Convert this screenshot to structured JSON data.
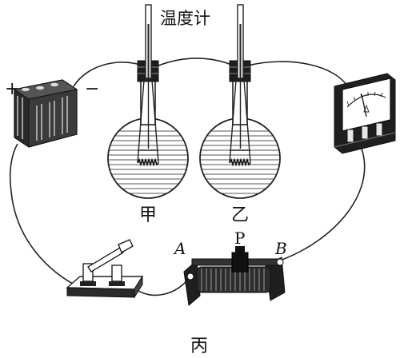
{
  "labels": {
    "thermometer": "温度计",
    "flask_left": "甲",
    "flask_right": "乙",
    "rheostat": "丙",
    "terminal_a": "A",
    "terminal_b": "B",
    "slider_p": "P",
    "battery_plus": "+",
    "battery_minus": "−"
  }
}
